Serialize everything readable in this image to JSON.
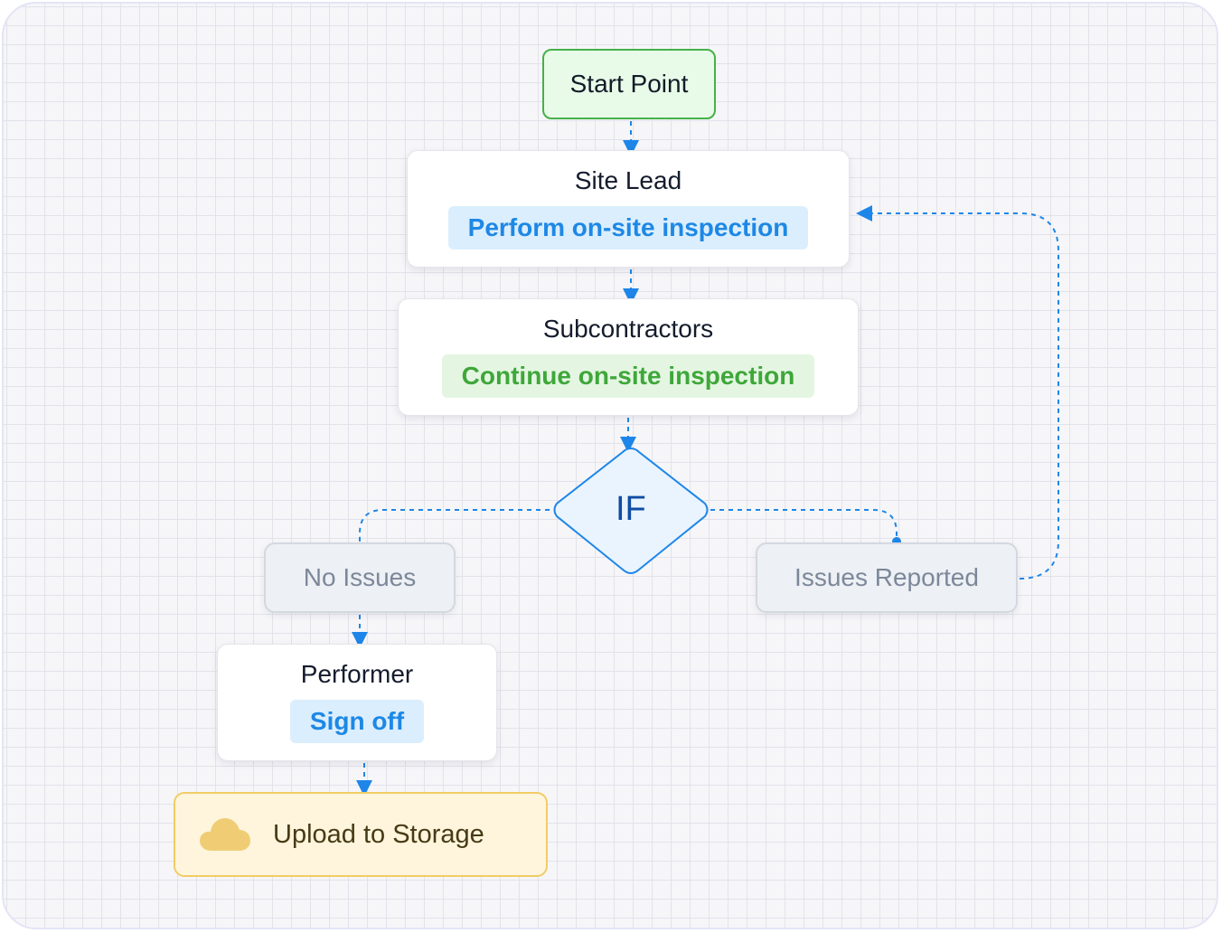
{
  "nodes": {
    "start": "Start Point",
    "site_lead": {
      "role": "Site Lead",
      "task": "Perform on-site inspection"
    },
    "subcontractors": {
      "role": "Subcontractors",
      "task": "Continue on-site inspection"
    },
    "decision": "IF",
    "no_issues": "No Issues",
    "issues_reported": "Issues Reported",
    "performer": {
      "role": "Performer",
      "task": "Sign off"
    },
    "storage": {
      "label": "Upload to Storage",
      "icon": "cloud-icon"
    }
  },
  "colors": {
    "connector": "#1e86e8",
    "start_border": "#47b04a",
    "task_blue": "#1d88e6",
    "task_green": "#3fa73a",
    "storage_border": "#f1cc66",
    "cloud": "#f0cd75"
  }
}
